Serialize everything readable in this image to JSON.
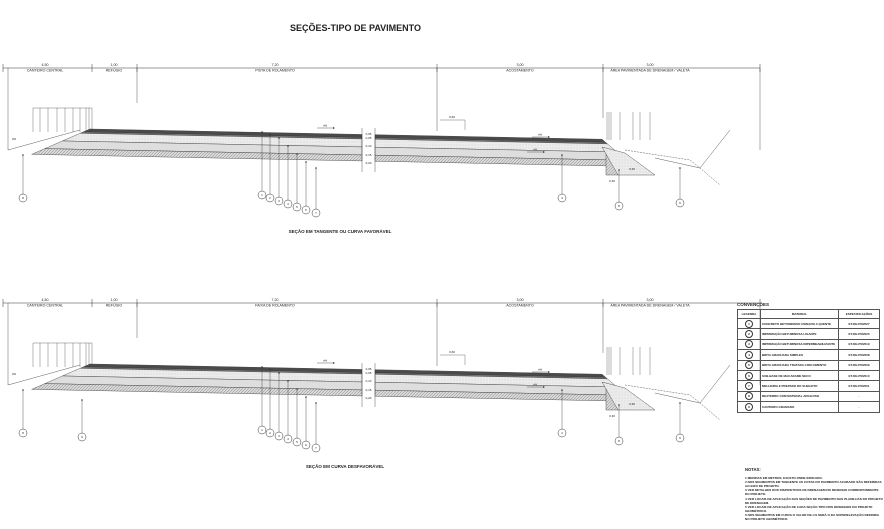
{
  "title": "SEÇÕES-TIPO DE PAVIMENTO",
  "sections": [
    {
      "caption": "SEÇÃO EM TANGENTE OU CURVA FAVORÁVEL",
      "dims": [
        {
          "value": "4,50",
          "label": "CANTEIRO CENTRAL"
        },
        {
          "value": "1,00",
          "label": "REFÚGIO"
        },
        {
          "value": "7,20",
          "label": "PISTA DE ROLAMENTO"
        },
        {
          "value": "3,00",
          "label": "ACOSTAMENTO"
        },
        {
          "value": "3,00",
          "label": "ÁREA PAVIMENTADA DE DRENAGEM / VALETA"
        }
      ],
      "slope_labels": [
        "n%",
        "n%",
        "n%",
        "3%"
      ],
      "thickness_labels": [
        "0,05",
        "0,05",
        "0,10",
        "0,15",
        "0,20"
      ],
      "offset_label": "0,60",
      "curb_labels": [
        "0,30",
        "0,30"
      ],
      "callouts": [
        "1",
        "2",
        "3",
        "4",
        "5",
        "6",
        "7",
        "8",
        "4",
        "8",
        "9"
      ]
    },
    {
      "caption": "SEÇÃO EM CURVA DESFAVORÁVEL",
      "dims": [
        {
          "value": "4,50",
          "label": "CANTEIRO CENTRAL"
        },
        {
          "value": "1,00",
          "label": "REFÚGIO"
        },
        {
          "value": "7,20",
          "label": "FAIXA DE ROLAMENTO"
        },
        {
          "value": "3,00",
          "label": "ACOSTAMENTO"
        },
        {
          "value": "3,00",
          "label": "ÁREA PAVIMENTADA DE DRENAGEM / VALETA"
        }
      ],
      "slope_labels": [
        "n%",
        "n%",
        "n%",
        "3%"
      ],
      "thickness_labels": [
        "0,05",
        "0,05",
        "0,10",
        "0,15",
        "0,20"
      ],
      "offset_label": "0,60",
      "curb_labels": [
        "0,30",
        "0,30"
      ],
      "callouts": [
        "1",
        "2",
        "3",
        "4",
        "5",
        "6",
        "7",
        "8",
        "9",
        "4",
        "8",
        "9"
      ]
    }
  ],
  "legend": {
    "title": "CONVENÇÕES",
    "headers": [
      "LEGENDA",
      "MATERIAL",
      "ESPECIFICAÇÕES"
    ],
    "rows": [
      {
        "id": "1",
        "material": "CONCRETO BETUMINOSO USINADO A QUENTE",
        "spec": "ET-DE-P00/027"
      },
      {
        "id": "2",
        "material": "IMPRIMAÇÃO BETUMINOSA LIGANTE",
        "spec": "ET-DE-P00/020"
      },
      {
        "id": "3",
        "material": "IMPRIMAÇÃO BETUMINOSA IMPERMEABILIZANTE",
        "spec": "ET-DE-P00/019"
      },
      {
        "id": "4",
        "material": "BRITA GRADUADA SIMPLES",
        "spec": "ET-DE-P00/008"
      },
      {
        "id": "5",
        "material": "BRITA GRADUADA TRATADA COM CIMENTO",
        "spec": "ET-DE-P00/009"
      },
      {
        "id": "6",
        "material": "SUB-BASE DE MACADAME SECO",
        "spec": "ET-DE-P00/010"
      },
      {
        "id": "7",
        "material": "MELHORIA E PREPARO DO SUBLEITO",
        "spec": "ET-DE-P00/001"
      },
      {
        "id": "8",
        "material": "REATERRO COM MATERIAL ARGILOSO",
        "spec": "-"
      },
      {
        "id": "9",
        "material": "CANTEIRO GRAMADO",
        "spec": "-"
      }
    ]
  },
  "notes": {
    "title": "NOTAS:",
    "items": [
      "1 MEDIDAS EM METROS, EXCETO ONDE INDICADO.",
      "2 NOS SEGMENTOS EM TANGENTE AS COTAS DO PAVIMENTO ACABADO SÃO REFERIDAS AO EIXO DE PROJETO.",
      "3 VER DETALHES DOS DISPOSITIVOS DE DRENAGEM NO DESENHO CORRESPONDENTE DO PROJETO.",
      "4 VER LOCAIS DE APLICAÇÃO DAS SEÇÕES DE PAVIMENTO NAS PLANILHAS DO PROJETO DE DRENAGEM.",
      "5 VER LOCAIS DE APLICAÇÃO DE CADA SEÇÃO TIPO NOS DESENHOS DO PROJETO GEOMÉTRICO.",
      "6 NOS SEGMENTOS EM CURVA O VALOR DE n% SERÁ O DA SUPERELEVAÇÃO DEFINIDA NO PROJETO GEOMÉTRICO."
    ]
  },
  "colors": {
    "line": "#333333",
    "asphalt": "#555555",
    "base": "#e4e4e4",
    "subbase": "#cfcfcf",
    "hatch": "#bdbdbd"
  }
}
